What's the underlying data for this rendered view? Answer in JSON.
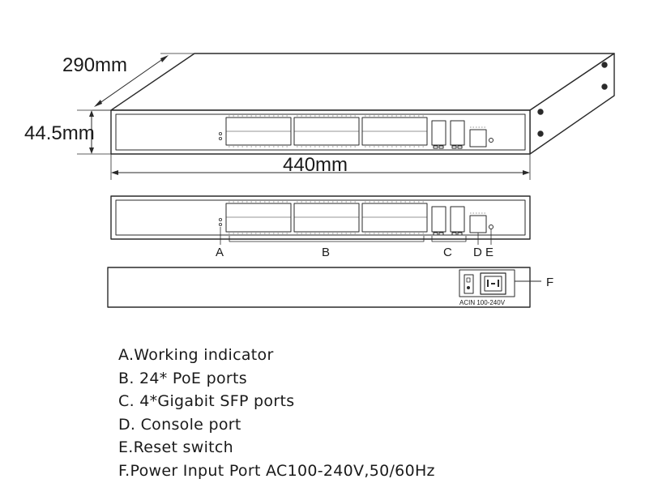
{
  "dimensions": {
    "depth": "290mm",
    "height": "44.5mm",
    "width": "440mm"
  },
  "callouts": {
    "a": "A",
    "b": "B",
    "c": "C",
    "d": "D",
    "e": "E",
    "f": "F"
  },
  "rear_panel": {
    "power_label": "ACIN 100-240V"
  },
  "legend": [
    "A.Working indicator",
    "B. 24* PoE ports",
    "C. 4*Gigabit SFP ports",
    "D.  Console port",
    "E.Reset switch",
    "F.Power Input Port AC100-240V,50/60Hz"
  ]
}
